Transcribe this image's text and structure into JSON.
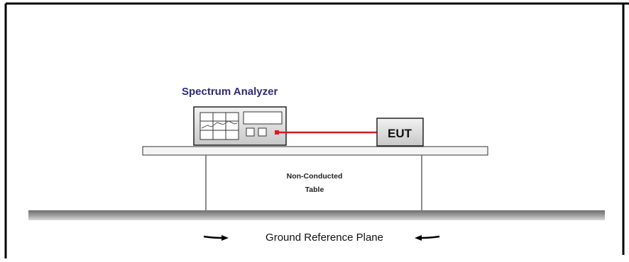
{
  "labels": {
    "analyzer": "Spectrum Analyzer",
    "eut": "EUT",
    "table_line1": "Non-Conducted",
    "table_line2": "Table",
    "ground": "Ground Reference Plane"
  },
  "colors": {
    "frame": "#000000",
    "analyzer_title": "#2d2a78",
    "cable": "#d21e1e",
    "device_fill": "#dcdcdc",
    "plane": "#8c8c8c"
  },
  "icons": {
    "left_arrow": "arrow-right-icon",
    "right_arrow": "arrow-left-icon"
  }
}
